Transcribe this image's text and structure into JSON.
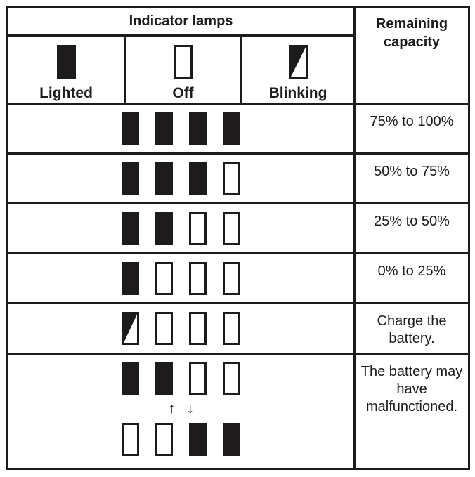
{
  "table": {
    "colors": {
      "ink": "#1d1b1b",
      "background": "#ffffff"
    },
    "header": {
      "indicator_lamps": "Indicator lamps",
      "remaining_capacity": "Remaining capacity"
    },
    "legend": [
      {
        "state": "on",
        "label": "Lighted"
      },
      {
        "state": "off",
        "label": "Off"
      },
      {
        "state": "blink",
        "label": "Blinking"
      }
    ],
    "rows": [
      {
        "lamps": [
          "on",
          "on",
          "on",
          "on"
        ],
        "capacity": "75% to 100%"
      },
      {
        "lamps": [
          "on",
          "on",
          "on",
          "off"
        ],
        "capacity": "50% to 75%"
      },
      {
        "lamps": [
          "on",
          "on",
          "off",
          "off"
        ],
        "capacity": "25% to 50%"
      },
      {
        "lamps": [
          "on",
          "off",
          "off",
          "off"
        ],
        "capacity": "0% to 25%"
      },
      {
        "lamps": [
          "blink",
          "off",
          "off",
          "off"
        ],
        "capacity": "Charge the battery."
      },
      {
        "lamps_top": [
          "on",
          "on",
          "off",
          "off"
        ],
        "lamps_bottom": [
          "off",
          "off",
          "on",
          "on"
        ],
        "arrows": {
          "up": "↑",
          "down": "↓"
        },
        "capacity": "The battery may have malfunctioned."
      }
    ]
  }
}
